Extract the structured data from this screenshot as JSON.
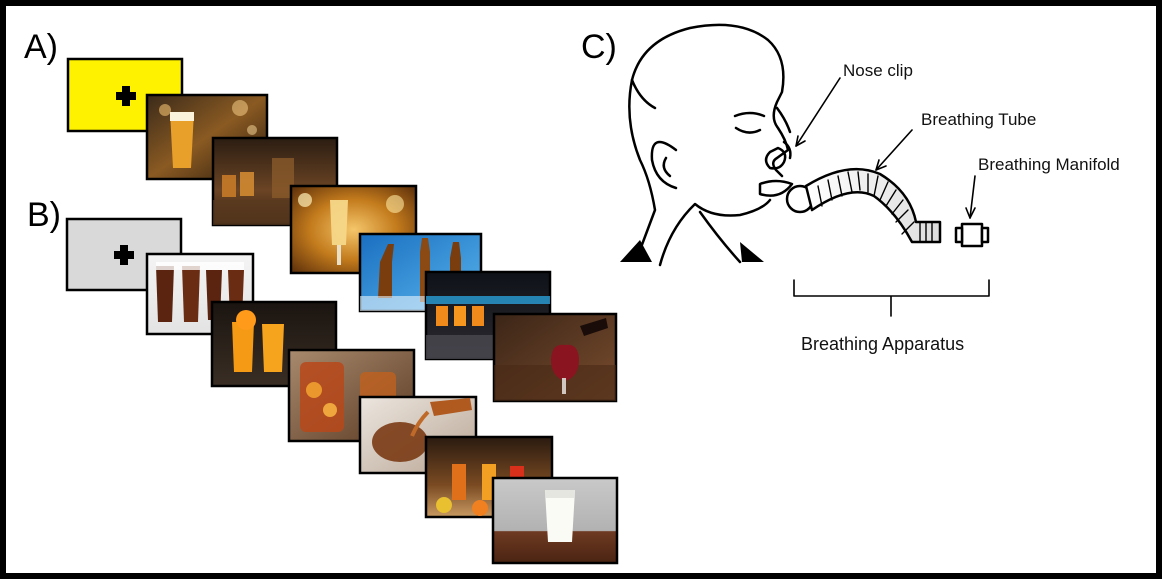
{
  "panels": {
    "a_label": "A)",
    "b_label": "B)",
    "c_label": "C)"
  },
  "panel_a": {
    "fixation_color": "#fff200",
    "fixation_symbol": "plus",
    "images": [
      "beer-glass-bar",
      "whiskey-shots",
      "champagne-bokeh",
      "beer-bottles-blue",
      "orange-shots-bar",
      "red-wine-pour"
    ]
  },
  "panel_b": {
    "fixation_color": "#d9d9d9",
    "fixation_symbol": "plus",
    "images": [
      "cola-glasses-ice",
      "orange-juice-glasses",
      "iced-tea-jar",
      "iced-tea-pour",
      "fruit-juices",
      "milk-glass"
    ]
  },
  "panel_c": {
    "labels": {
      "nose_clip": "Nose clip",
      "breathing_tube": "Breathing Tube",
      "breathing_manifold": "Breathing Manifold",
      "breathing_apparatus": "Breathing Apparatus"
    }
  },
  "colors": {
    "frame": "#000000",
    "panel_a_fixation": "#fff200",
    "panel_b_fixation": "#d9d9d9"
  }
}
